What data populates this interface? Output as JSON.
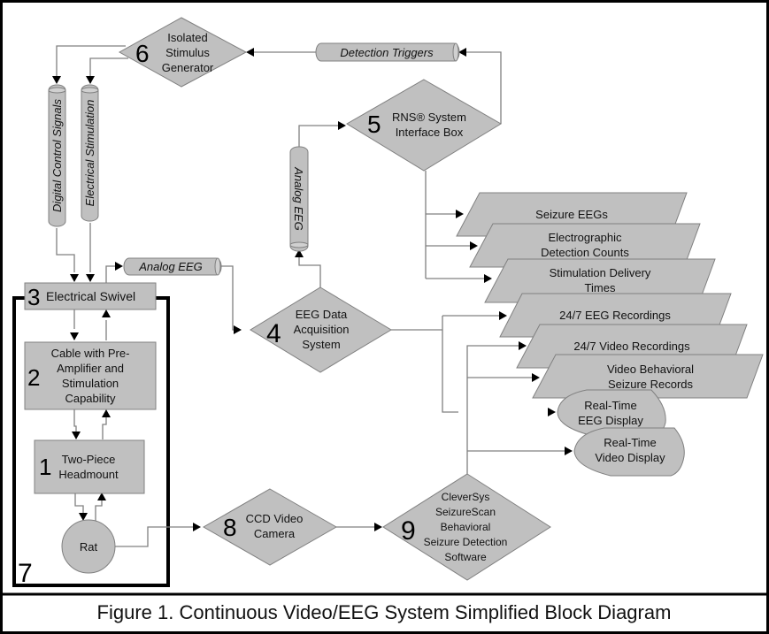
{
  "caption": "Figure 1. Continuous Video/EEG System Simplified Block Diagram",
  "colors": {
    "shape_fill": "#c0c0c0",
    "shape_stroke": "#808080",
    "wire": "#808080",
    "border": "#000000"
  },
  "blocks": {
    "b1": {
      "number": "1",
      "lines": [
        "Two-Piece",
        "Headmount"
      ]
    },
    "b2": {
      "number": "2",
      "lines": [
        "Cable with Pre-",
        "Amplifier and",
        "Stimulation",
        "Capability"
      ]
    },
    "b3": {
      "number": "3",
      "lines": [
        "Electrical Swivel"
      ]
    },
    "b4": {
      "number": "4",
      "lines": [
        "EEG Data",
        "Acquisition",
        "System"
      ]
    },
    "b5": {
      "number": "5",
      "lines": [
        "RNS® System",
        "Interface Box"
      ]
    },
    "b6": {
      "number": "6",
      "lines": [
        "Isolated",
        "Stimulus",
        "Generator"
      ]
    },
    "b7": {
      "number": "7"
    },
    "b8": {
      "number": "8",
      "lines": [
        "CCD Video",
        "Camera"
      ]
    },
    "b9": {
      "number": "9",
      "lines": [
        "CleverSys",
        "SeizureScan",
        "Behavioral",
        "Seizure Detection",
        "Software"
      ]
    },
    "rat": {
      "label": "Rat"
    }
  },
  "pipes": {
    "digital_control": "Digital Control Signals",
    "electrical_stim": "Electrical Stimulation",
    "analog_eeg_h": "Analog EEG",
    "analog_eeg_v": "Analog EEG",
    "detection_triggers": "Detection Triggers"
  },
  "outputs": {
    "seizure_eegs": [
      "Seizure EEGs"
    ],
    "detection_counts": [
      "Electrographic",
      "Detection Counts"
    ],
    "stim_times": [
      "Stimulation Delivery",
      "Times"
    ],
    "eeg_recordings": [
      "24/7 EEG Recordings"
    ],
    "video_recordings": [
      "24/7 Video Recordings"
    ],
    "behavioral_records": [
      "Video Behavioral",
      "Seizure Records"
    ],
    "rt_eeg_display": [
      "Real-Time",
      "EEG Display"
    ],
    "rt_video_display": [
      "Real-Time",
      "Video Display"
    ]
  }
}
